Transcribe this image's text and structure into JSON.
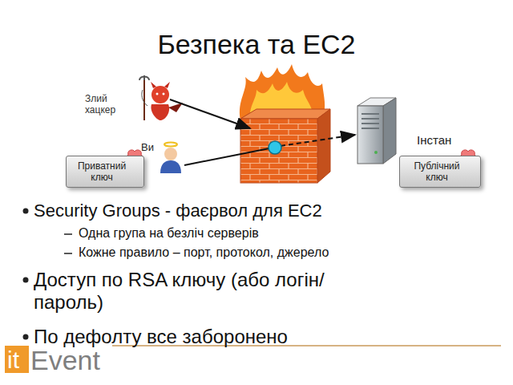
{
  "diagram": {
    "title": "Безпека та EC2",
    "nodes": [
      {
        "text": [
          "Приватний ключ"
        ]
      },
      {
        "text": [
          "Публічний ключ"
        ]
      }
    ],
    "labels": [
      "Злий хацкер",
      "Ви",
      "Інстан",
      "Security Groups - фаєрвол для EC2",
      "Одна група на безліч серверів",
      "Кожне правило – порт, протокол, джерело",
      "Доступ по RSA ключу (або логін/пароль)",
      "По дефолту все заборонено",
      "it",
      "Event"
    ]
  }
}
